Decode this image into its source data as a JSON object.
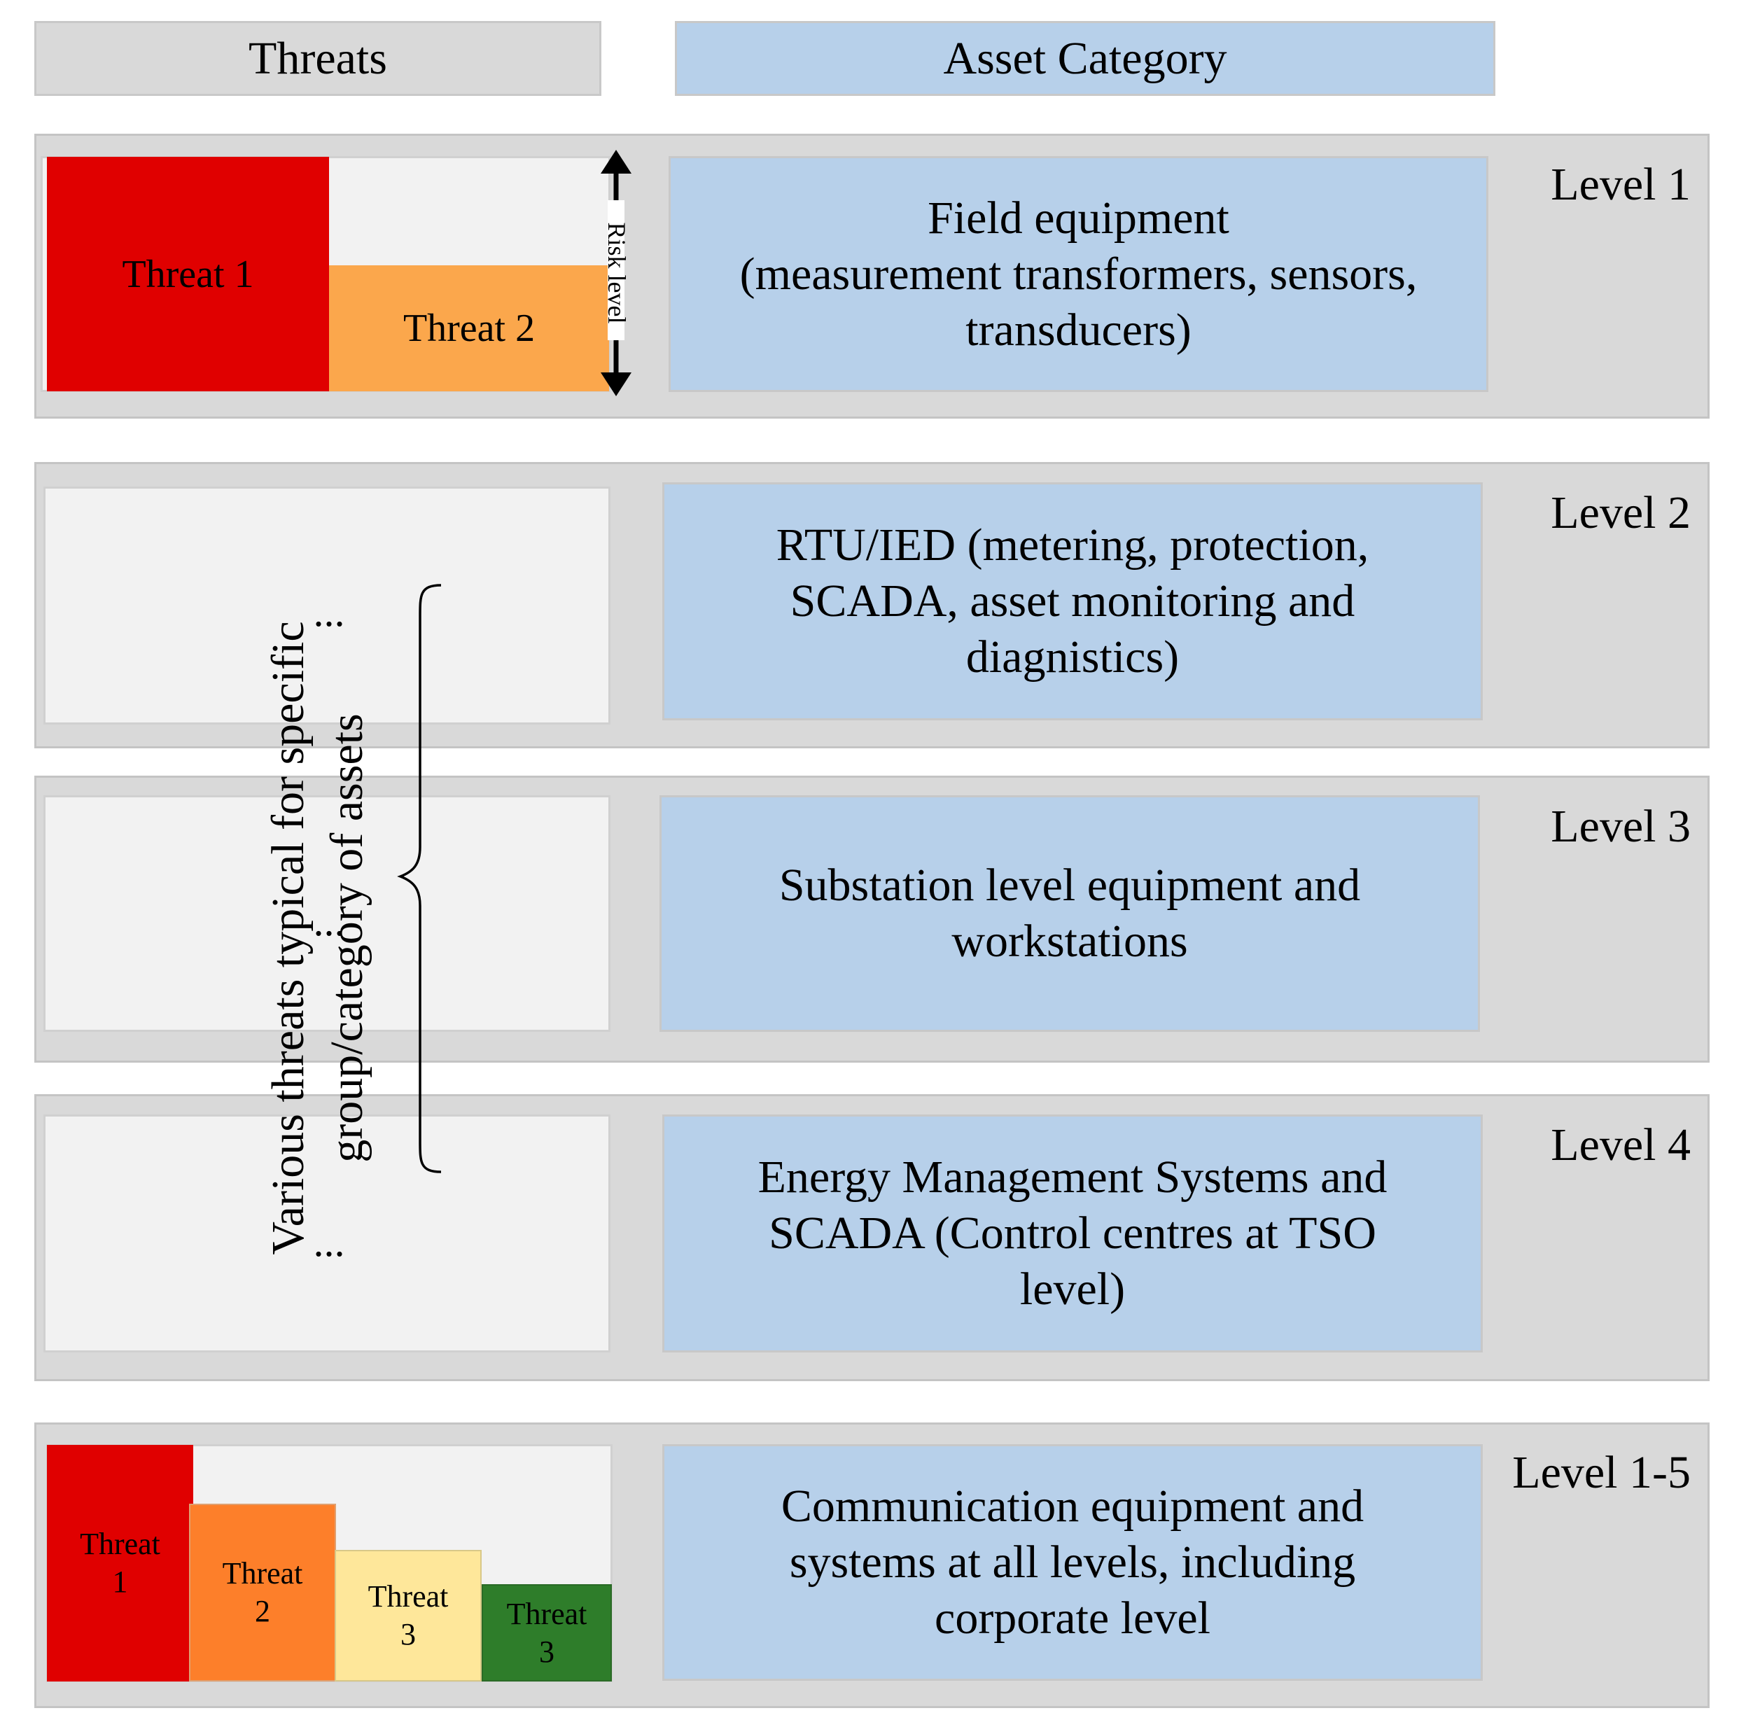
{
  "header": {
    "threats_label": "Threats",
    "asset_category_label": "Asset Category"
  },
  "rows": [
    {
      "level": "Level 1",
      "asset": "Field equipment\n(measurement transformers, sensors,\ntransducers)",
      "threats": [
        {
          "label": "Threat 1",
          "color": "#e00000",
          "risk": 1.0
        },
        {
          "label": "Threat 2",
          "color": "#fba74c",
          "risk": 0.54
        }
      ],
      "risk_axis_label": "Risk level"
    },
    {
      "level": "Level 2",
      "asset": "RTU/IED (metering, protection,\nSCADA, asset monitoring and\ndiagnistics)",
      "placeholder": "..."
    },
    {
      "level": "Level 3",
      "asset": "Substation level equipment and\nworkstations",
      "placeholder": "..."
    },
    {
      "level": "Level 4",
      "asset": "Energy Management Systems and\nSCADA (Control centres at TSO\nlevel)",
      "placeholder": "..."
    },
    {
      "level": "Level 1-5",
      "asset": "Communication equipment and\nsystems at all levels, including\ncorporate level",
      "threats": [
        {
          "label": "Threat\n1",
          "color": "#e00000",
          "risk": 1.0
        },
        {
          "label": "Threat\n2",
          "color": "#fd7f2a",
          "risk": 0.75
        },
        {
          "label": "Threat\n3",
          "color": "#fee79a",
          "risk": 0.55
        },
        {
          "label": "Threat\n3",
          "color": "#2e7d2a",
          "risk": 0.4
        }
      ]
    }
  ],
  "brace_label": "Various threats typical for specific\ngroup/category of assets",
  "colors": {
    "band": "#d9d9d9",
    "panel": "#f2f2f2",
    "asset_box": "#b7d0ea"
  }
}
